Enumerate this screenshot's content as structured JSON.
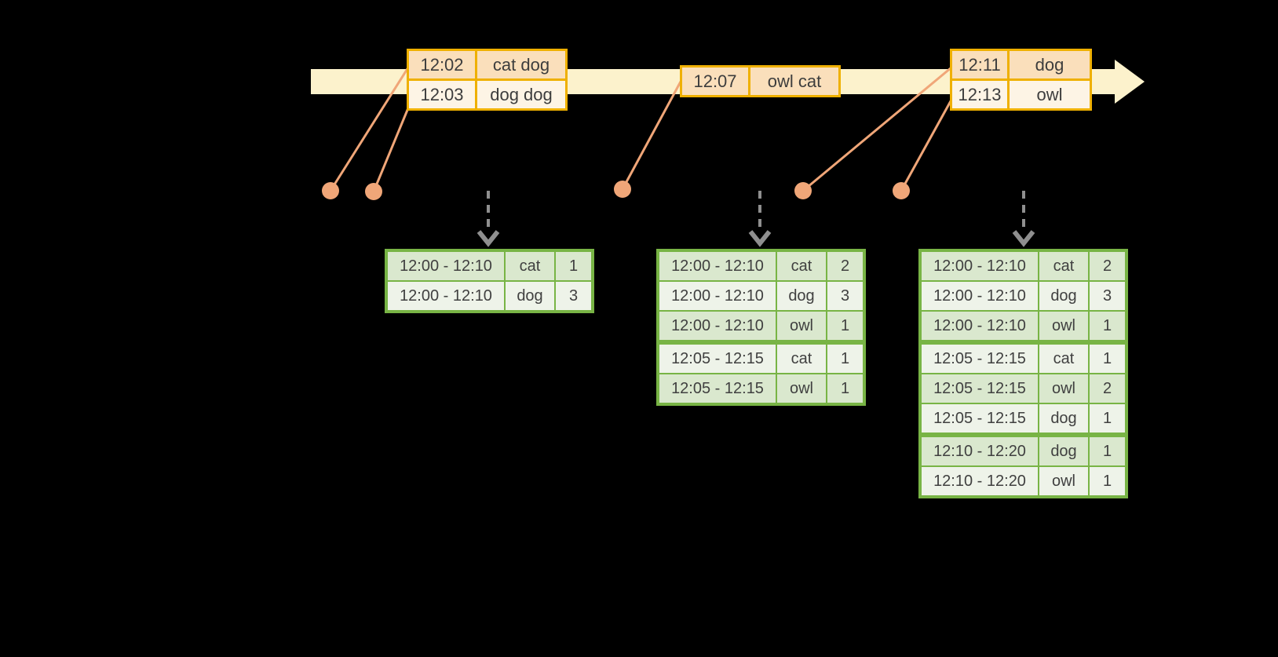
{
  "diagram": {
    "name": "windowed-grouped-aggregation-timeline",
    "palette": {
      "background": "#000000",
      "timeline_fill": "#FCF2CC",
      "event_table_border": "#EFB000",
      "event_row_dark": "#FADFBB",
      "event_row_light": "#FDF4E5",
      "connector_orange": "#F0A678",
      "result_table_border": "#78B445",
      "result_row_dark": "#DAE8CE",
      "result_row_light": "#EEF3E9",
      "dashed_arrow_gray": "#8F8F8F",
      "text": "#3D3D3D"
    },
    "event_tables": [
      {
        "rows": [
          [
            "12:02",
            "cat dog"
          ],
          [
            "12:03",
            "dog dog"
          ]
        ]
      },
      {
        "rows": [
          [
            "12:07",
            "owl cat"
          ]
        ]
      },
      {
        "rows": [
          [
            "12:11",
            "dog"
          ],
          [
            "12:13",
            "owl"
          ]
        ]
      }
    ],
    "result_tables": [
      {
        "rows": [
          [
            "12:00 - 12:10",
            "cat",
            "1"
          ],
          [
            "12:00 - 12:10",
            "dog",
            "3"
          ]
        ],
        "breaks": []
      },
      {
        "rows": [
          [
            "12:00 - 12:10",
            "cat",
            "2"
          ],
          [
            "12:00 - 12:10",
            "dog",
            "3"
          ],
          [
            "12:00 - 12:10",
            "owl",
            "1"
          ],
          [
            "12:05 - 12:15",
            "cat",
            "1"
          ],
          [
            "12:05 - 12:15",
            "owl",
            "1"
          ]
        ],
        "breaks": [
          3
        ]
      },
      {
        "rows": [
          [
            "12:00 - 12:10",
            "cat",
            "2"
          ],
          [
            "12:00 - 12:10",
            "dog",
            "3"
          ],
          [
            "12:00 - 12:10",
            "owl",
            "1"
          ],
          [
            "12:05 - 12:15",
            "cat",
            "1"
          ],
          [
            "12:05 - 12:15",
            "owl",
            "2"
          ],
          [
            "12:05 - 12:15",
            "dog",
            "1"
          ],
          [
            "12:10 - 12:20",
            "dog",
            "1"
          ],
          [
            "12:10 - 12:20",
            "owl",
            "1"
          ]
        ],
        "breaks": [
          3,
          6
        ]
      }
    ]
  }
}
